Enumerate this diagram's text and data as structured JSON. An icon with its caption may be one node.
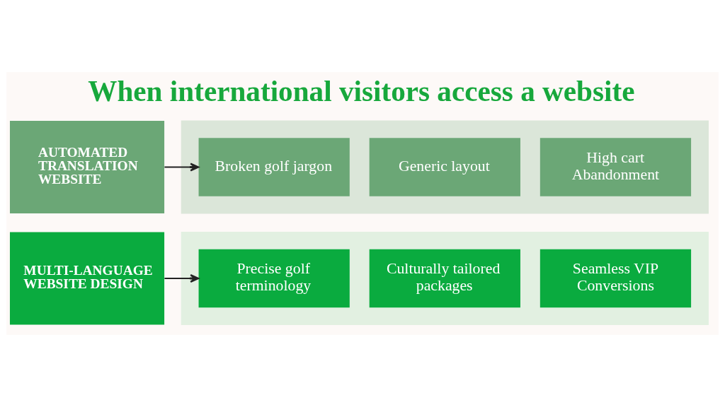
{
  "diagram": {
    "title": "When international visitors access a website",
    "nodes": [
      {
        "text": [
          "AUTOMATED TRANSLATION WEBSITE"
        ]
      },
      {
        "text": [],
        "shape": "box"
      },
      {
        "text": [
          "Broken golf jargon"
        ],
        "in": 1
      },
      {
        "text": [
          "Generic layout"
        ],
        "in": 1
      },
      {
        "text": [
          "High cart Abandonment"
        ],
        "in": 1
      },
      {
        "text": [
          "MULTI-LANGUAGE WEBSITE DESIGN"
        ]
      },
      {
        "text": [],
        "shape": "box"
      },
      {
        "text": [
          "Precise golf terminology"
        ],
        "in": 6
      },
      {
        "text": [
          "Culturally tailored packages"
        ],
        "in": 6
      },
      {
        "text": [
          "Seamless VIP Conversions"
        ],
        "in": 6
      }
    ],
    "edges": [
      {
        "from": 0,
        "to": 2,
        "arrow": "to"
      },
      {
        "from": 5,
        "to": 7,
        "arrow": "to"
      }
    ]
  }
}
